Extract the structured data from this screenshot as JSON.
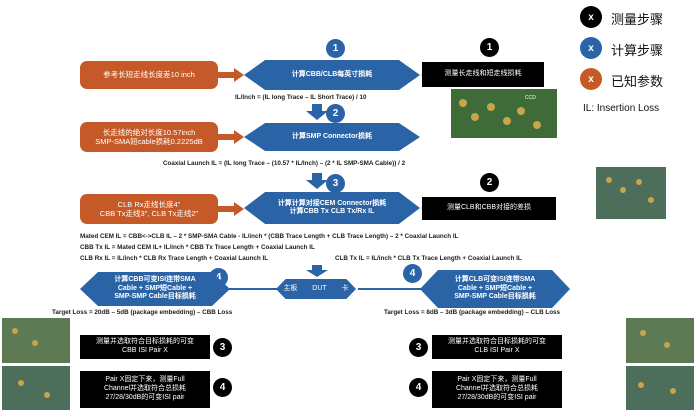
{
  "legend": {
    "measure": {
      "symbol": "x",
      "label": "测量步骤"
    },
    "compute": {
      "symbol": "x",
      "label": "计算步骤"
    },
    "known": {
      "symbol": "x",
      "label": "已知参数"
    },
    "il_note": "IL: Insertion  Loss"
  },
  "row1": {
    "known_text": "参考长短走线长度差10 inch",
    "step_num": "1",
    "compute_text": "计算CBB/CLB每英寸损耗",
    "measure_num": "1",
    "measure_text": "测量长走线和短走线损耗",
    "formula": "IL/Inch = (IL long Trace – IL Short Trace) / 10"
  },
  "row2": {
    "step_num": "2",
    "known_text": "长走线的绝对长度10.57inch\nSMP-SMA短cable损耗0.2225dB",
    "compute_text": "计算SMP Connector损耗",
    "formula": "Coaxial Launch IL = (IL long Trace – (10.57 * IL/Inch) – (2 * IL SMP-SMA Cable)) / 2",
    "photo_label": "CCD"
  },
  "row3": {
    "step_num": "3",
    "known_text": "CLB Rx走线长度4\"\nCBB Tx走线3\", CLB Tx走线2\"",
    "compute_text": "计算计算对接CEM Connector损耗\n计算CBB Tx CLB Tx/Rx IL",
    "measure_num": "2",
    "measure_text": "测量CLB和CBB对接的差损",
    "formula1": "Mated CEM IL = CBB<->CLB IL – 2 * SMP-SMA Cable - IL/inch * (CBB Trace Length + CLB Trace Length) – 2 * Coaxial Launch IL",
    "formula2": "CBB Tx IL = Mated CEM IL+ IL/inch * CBB Tx Trace Length + Coaxial Launch IL",
    "formula3": "CLB Rx IL = IL/inch * CLB Rx Trace Length + Coaxial Launch IL",
    "formula4": "CLB Tx IL = IL/inch * CLB Tx Trace Length + Coaxial Launch IL"
  },
  "row4": {
    "left_num": "4",
    "left_compute": "计算CBB可变ISI连带SMA\nCable + SMP短Cable +\nSMP-SMP Cable目标损耗",
    "center_left": "主板",
    "center_mid": "DUT",
    "center_right": "卡",
    "right_num": "4",
    "right_compute": "计算CLB可变ISI连带SMA\nCable + SMP短Cable +\nSMP-SMP Cable目标损耗",
    "left_target": "Target Loss = 20dB – 5dB (package embedding) – CBB Loss",
    "right_target": "Target Loss = 8dB – 3dB (package embedding) – CLB Loss"
  },
  "row5": {
    "left_measure": "测量并选取符合目标损耗的可变\nCBB ISI Pair X",
    "left_num": "3",
    "right_measure": "测量并选取符合目标损耗的可变\nCLB ISI Pair X",
    "right_num": "3"
  },
  "row6": {
    "left_measure": "Pair X固定下来，测量Full\nChannel并选取符合总损耗\n27/28/30dB的可变ISI pair",
    "left_num": "4",
    "right_measure": "Pair X固定下来，测量Full\nChannel并选取符合总损耗\n27/28/30dB的可变ISI pair",
    "right_num": "4"
  }
}
